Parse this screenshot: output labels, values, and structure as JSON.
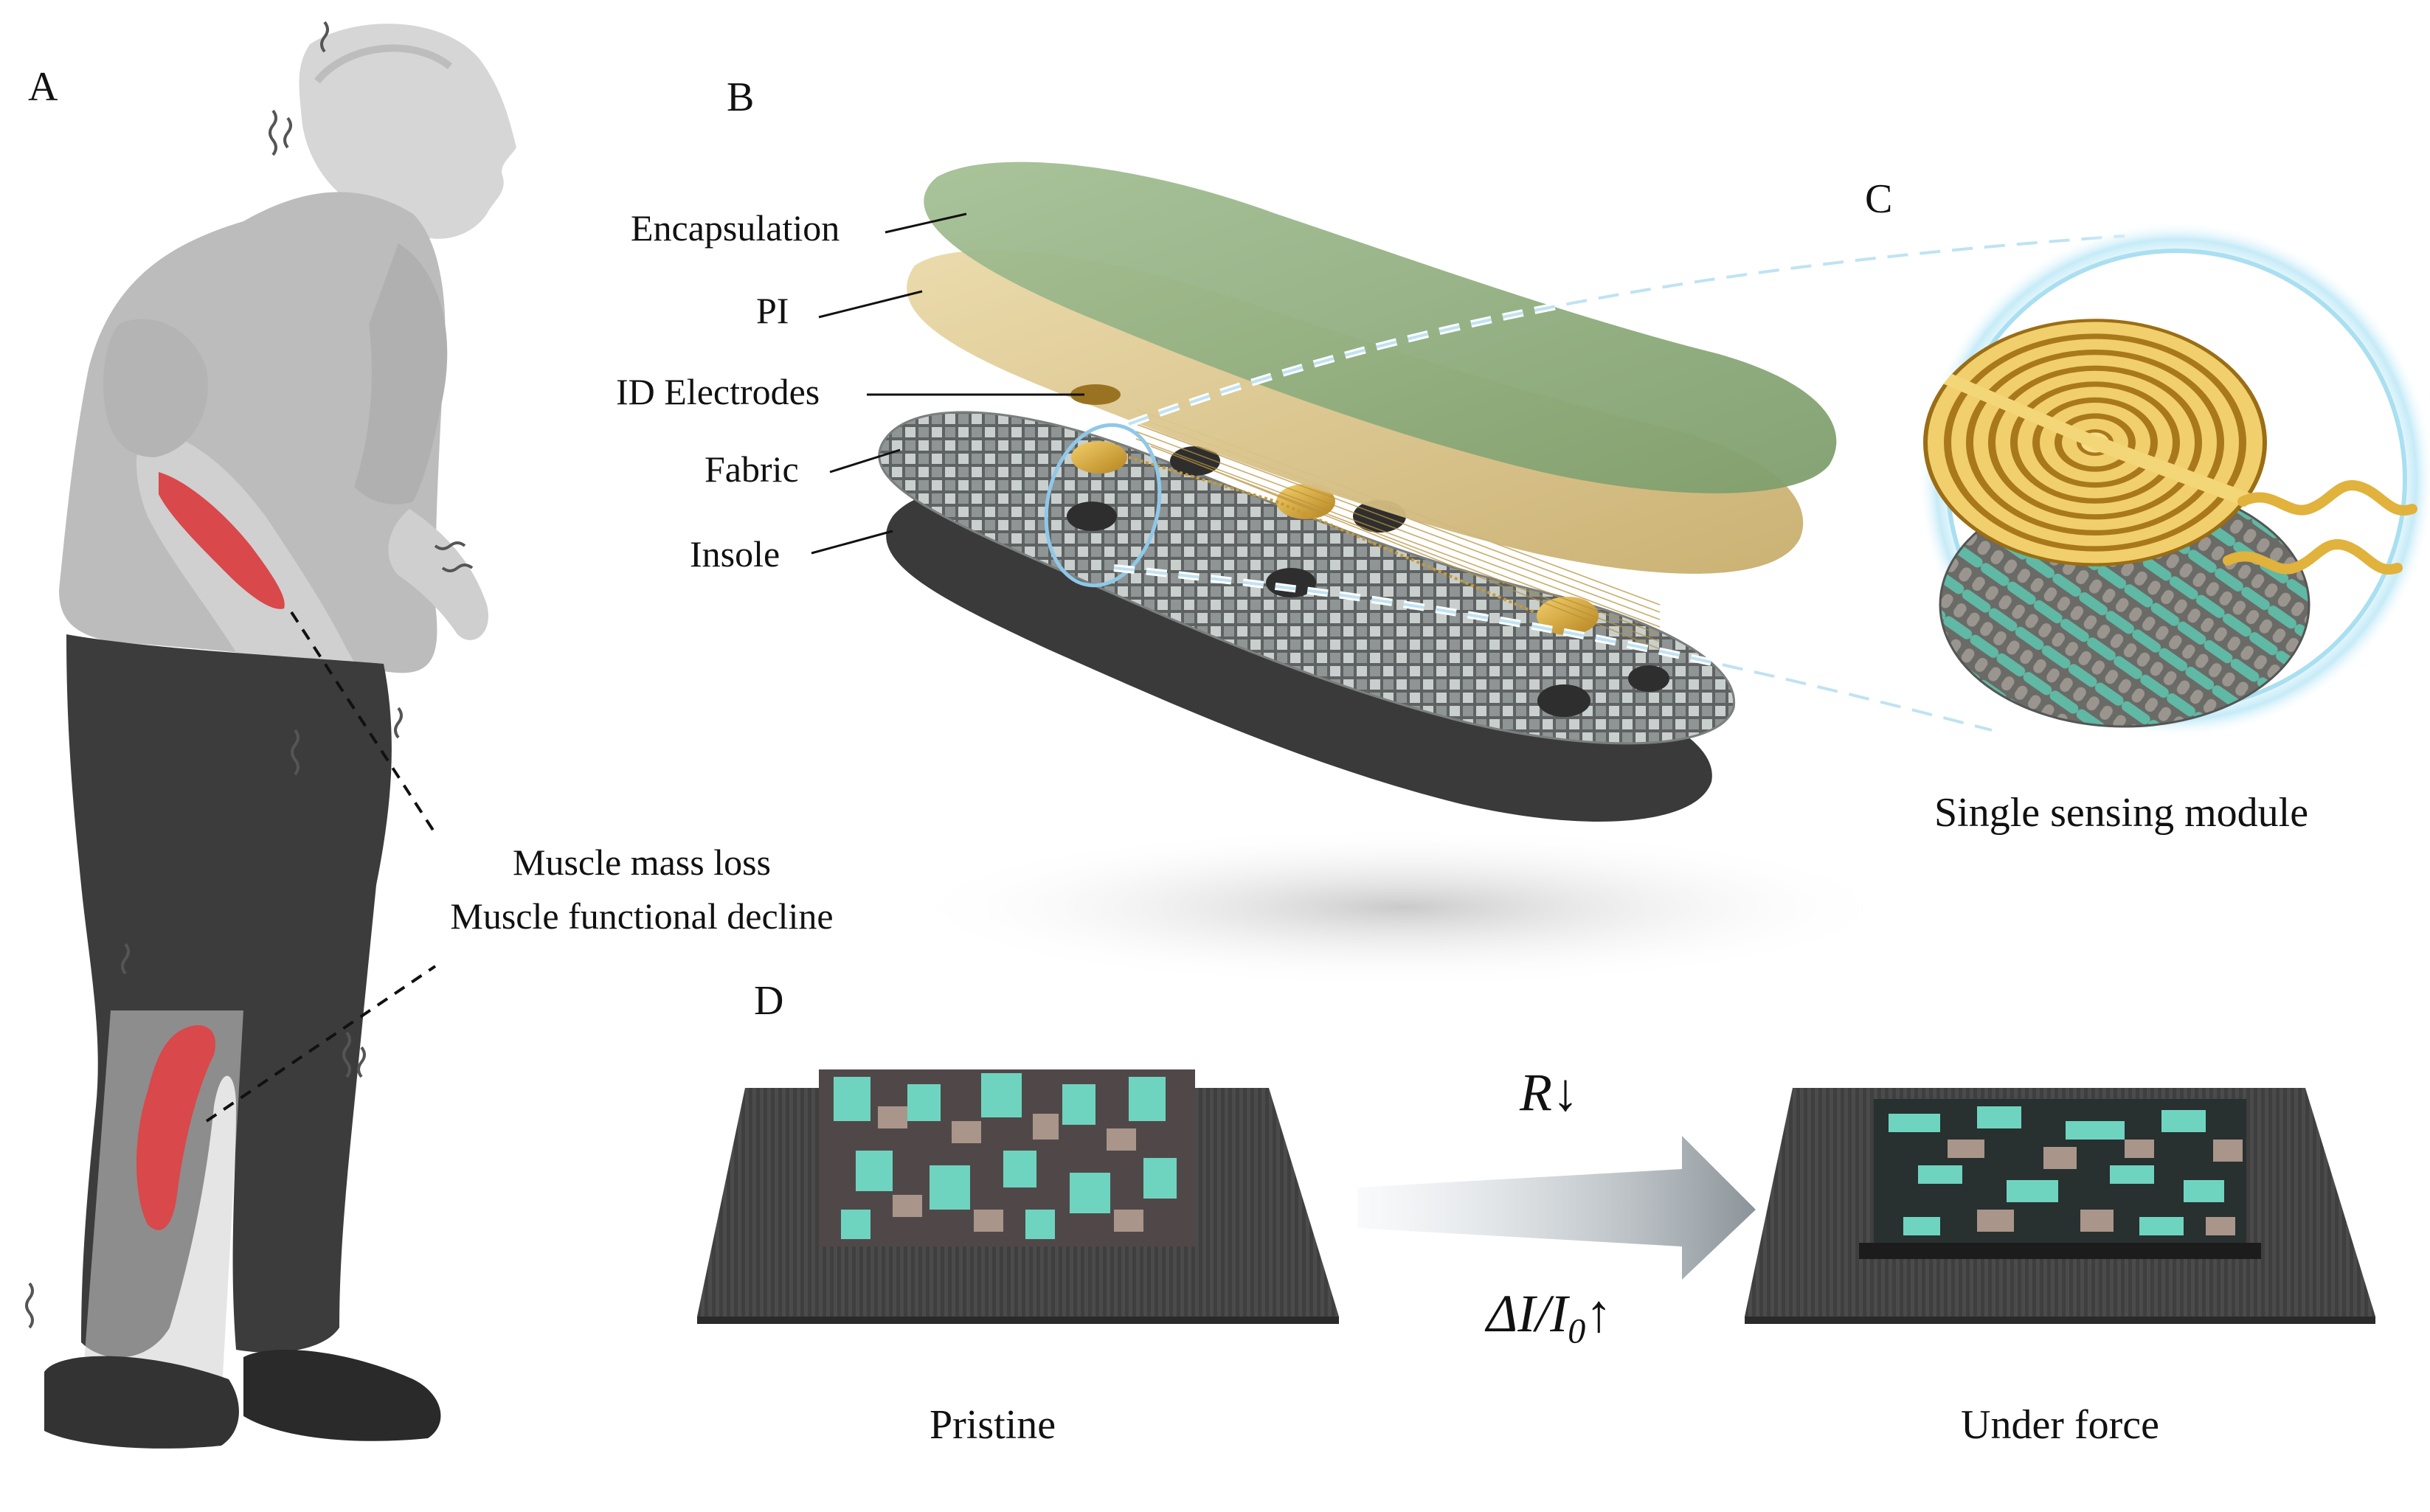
{
  "panels": {
    "a": "A",
    "b": "B",
    "c": "C",
    "d": "D"
  },
  "layers": {
    "encapsulation": "Encapsulation",
    "pi": "PI",
    "id_electrodes": "ID Electrodes",
    "fabric": "Fabric",
    "insole": "Insole"
  },
  "muscle_text": {
    "line1": "Muscle mass loss",
    "line2": "Muscle functional decline"
  },
  "module_caption": "Single sensing module",
  "formula": {
    "r": "R",
    "r_arrow": "↓",
    "delta_i": "ΔI/I",
    "sub": "0",
    "di_arrow": "↑"
  },
  "states": {
    "pristine": "Pristine",
    "under_force": "Under force"
  },
  "colors": {
    "encapsulation": "#8fae7c",
    "pi": "#d9c38a",
    "electrode_gold": "#e1b23c",
    "fabric_teal": "#79c9b4",
    "insole": "#4a4a4a",
    "muscle": "#d9484a",
    "person_skin": "#cfcfcf",
    "shirt": "#b8b8b8",
    "trousers": "#3c3c3c"
  }
}
